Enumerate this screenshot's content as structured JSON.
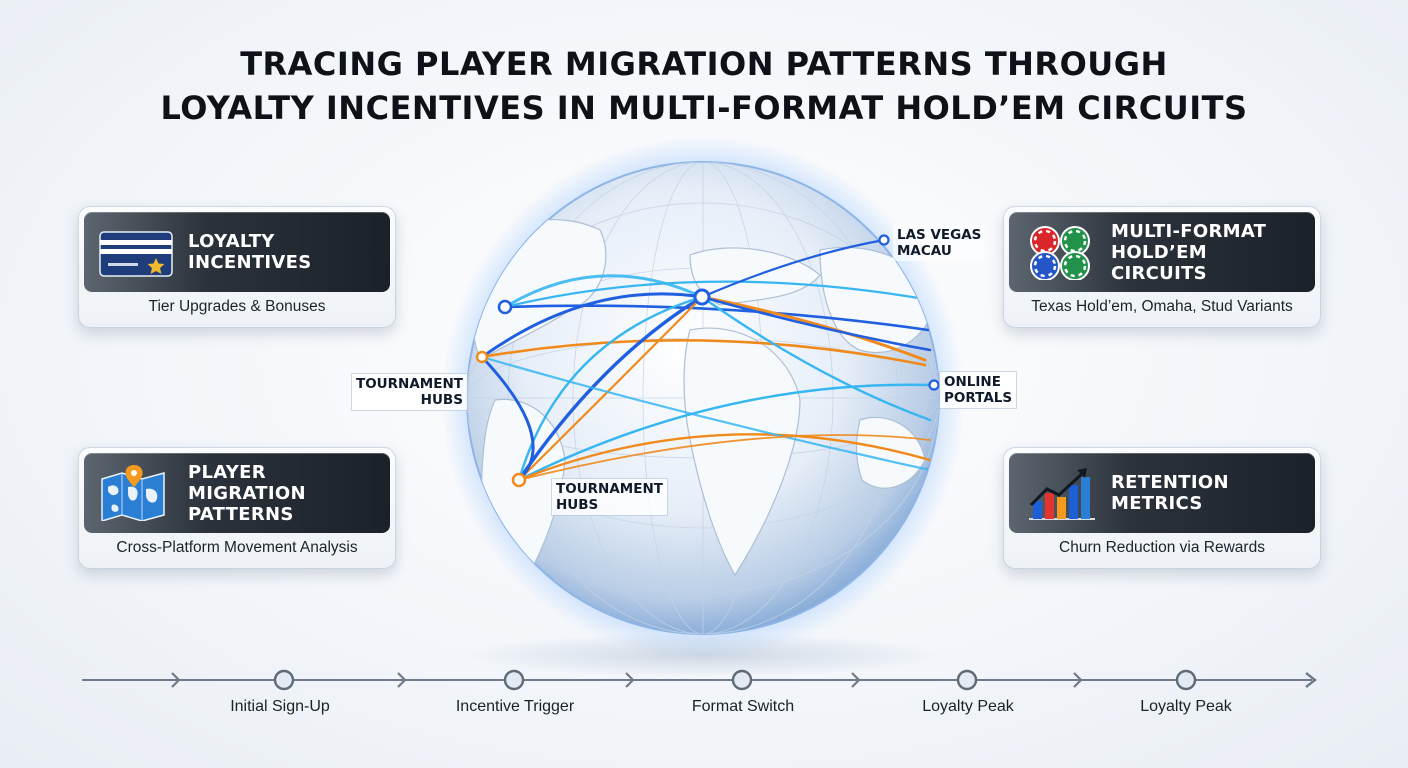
{
  "title": {
    "line1": "TRACING PLAYER MIGRATION PATTERNS THROUGH",
    "line2": "LOYALTY INCENTIVES IN MULTI-FORMAT HOLD’EM CIRCUITS"
  },
  "cards": {
    "loyalty": {
      "title_l1": "LOYALTY",
      "title_l2": "INCENTIVES",
      "title_l3": "",
      "subtitle": "Tier Upgrades & Bonuses",
      "icon": "membership-card-icon"
    },
    "migration": {
      "title_l1": "PLAYER",
      "title_l2": "MIGRATION",
      "title_l3": "PATTERNS",
      "subtitle": "Cross-Platform Movement Analysis",
      "icon": "world-map-pin-icon"
    },
    "multiformat": {
      "title_l1": "MULTI-FORMAT",
      "title_l2": "HOLD’EM CIRCUITS",
      "title_l3": "",
      "subtitle": "Texas Hold’em, Omaha, Stud Variants",
      "icon": "poker-chips-icon"
    },
    "retention": {
      "title_l1": "RETENTION",
      "title_l2": "METRICS",
      "title_l3": "",
      "subtitle": "Churn Reduction via Rewards",
      "icon": "bar-chart-trend-icon"
    }
  },
  "map_labels": {
    "las_vegas_macau_l1": "LAS VEGAS",
    "las_vegas_macau_l2": "MACAU",
    "tournament_hubs_left_l1": "TOURNAMENT",
    "tournament_hubs_left_l2": "HUBS",
    "tournament_hubs_bottom_l1": "TOURNAMENT",
    "tournament_hubs_bottom_l2": "HUBS",
    "online_portals_l1": "ONLINE",
    "online_portals_l2": "PORTALS"
  },
  "timeline": {
    "steps": [
      "Initial Sign-Up",
      "Incentive Trigger",
      "Format Switch",
      "Loyalty Peak",
      "Loyalty Peak"
    ]
  },
  "colors": {
    "route_blue": "#1f5fe0",
    "route_cyan": "#37b6f2",
    "route_orange": "#f08a1c",
    "card_dark": "#1b2128"
  }
}
